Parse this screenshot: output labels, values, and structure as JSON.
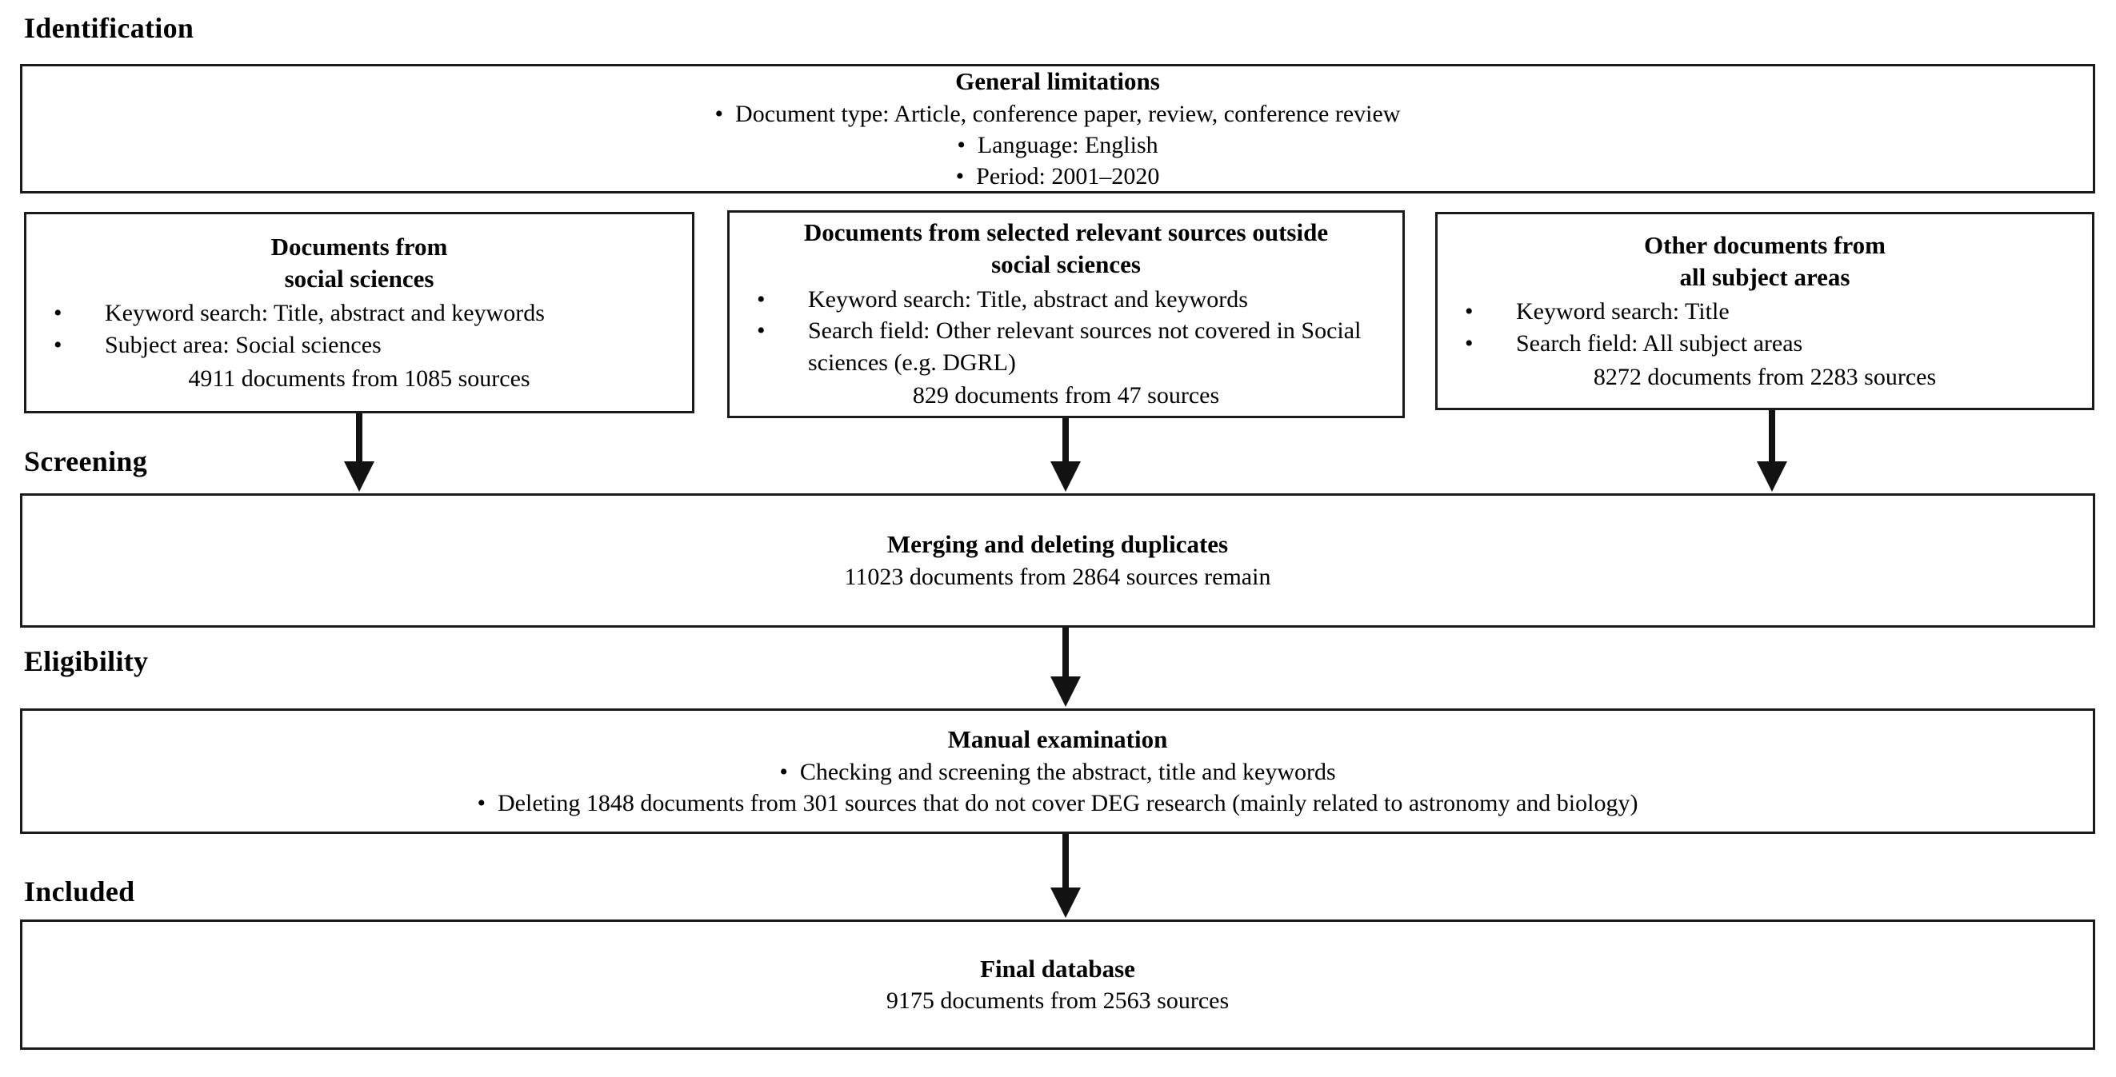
{
  "stages": [
    {
      "label": "Identification"
    },
    {
      "label": "Screening"
    },
    {
      "label": "Eligibility"
    },
    {
      "label": "Included"
    }
  ],
  "boxes": {
    "general_limitations": {
      "title": "General limitations",
      "bullets": [
        "Document type: Article, conference paper, review, conference review",
        "Language: English",
        "Period: 2001–2020"
      ]
    },
    "documents_social_sciences": {
      "title_lines": [
        "Documents from",
        "social sciences"
      ],
      "bullets": [
        "Keyword search: Title, abstract and keywords",
        "Subject area: Social sciences"
      ],
      "result": "4911 documents from 1085 sources"
    },
    "documents_outside_social_sciences": {
      "title_lines": [
        "Documents from selected relevant sources outside",
        "social sciences"
      ],
      "bullets": [
        "Keyword search: Title, abstract and keywords",
        "Search field: Other relevant sources not covered in Social sciences (e.g. DGRL)"
      ],
      "result": "829 documents from 47 sources"
    },
    "other_documents": {
      "title_lines": [
        "Other documents from",
        "all subject areas"
      ],
      "bullets": [
        "Keyword search: Title",
        "Search field: All subject areas"
      ],
      "result": "8272 documents from 2283 sources"
    },
    "merging_duplicates": {
      "title": "Merging and deleting duplicates",
      "line": "11023 documents from 2864 sources remain"
    },
    "manual_examination": {
      "title": "Manual examination",
      "bullets": [
        "Checking and screening the abstract, title and keywords",
        "Deleting 1848 documents from 301 sources that do not cover DEG research (mainly related to astronomy and biology)"
      ]
    },
    "final_database": {
      "title": "Final database",
      "line": "9175 documents from 2563 sources"
    }
  }
}
